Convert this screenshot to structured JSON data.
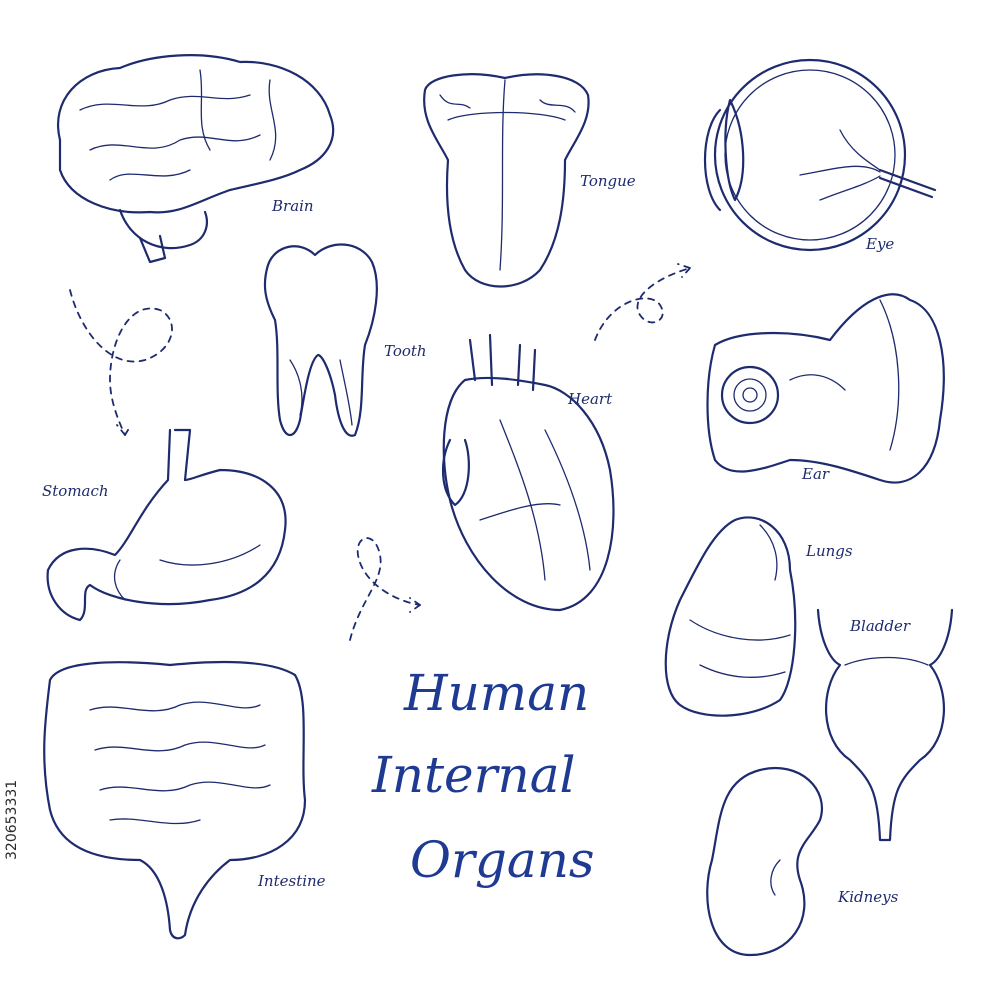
{
  "title": {
    "line1": "Human",
    "line2": "Internal",
    "line3": "Organs"
  },
  "labels": {
    "brain": "Brain",
    "tongue": "Tongue",
    "eye": "Eye",
    "tooth": "Tooth",
    "heart": "Heart",
    "ear": "Ear",
    "stomach": "Stomach",
    "lungs": "Lungs",
    "bladder": "Bladder",
    "intestine": "Intestine",
    "kidneys": "Kidneys"
  },
  "watermark": "320653331",
  "colors": {
    "ink": "#1e2b6e",
    "title": "#1f3a93",
    "background": "#ffffff"
  }
}
